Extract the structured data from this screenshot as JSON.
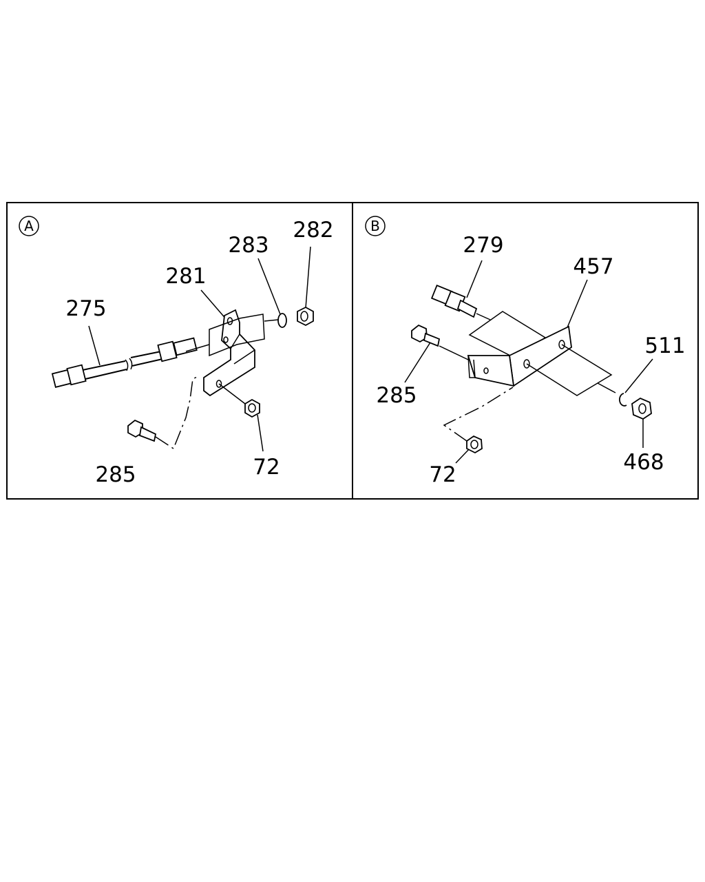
{
  "panels": [
    {
      "id": "A",
      "badge": "A",
      "callouts": [
        "275",
        "281",
        "283",
        "282",
        "285",
        "72"
      ]
    },
    {
      "id": "B",
      "badge": "B",
      "callouts": [
        "279",
        "457",
        "511",
        "285",
        "468",
        "72"
      ]
    }
  ]
}
